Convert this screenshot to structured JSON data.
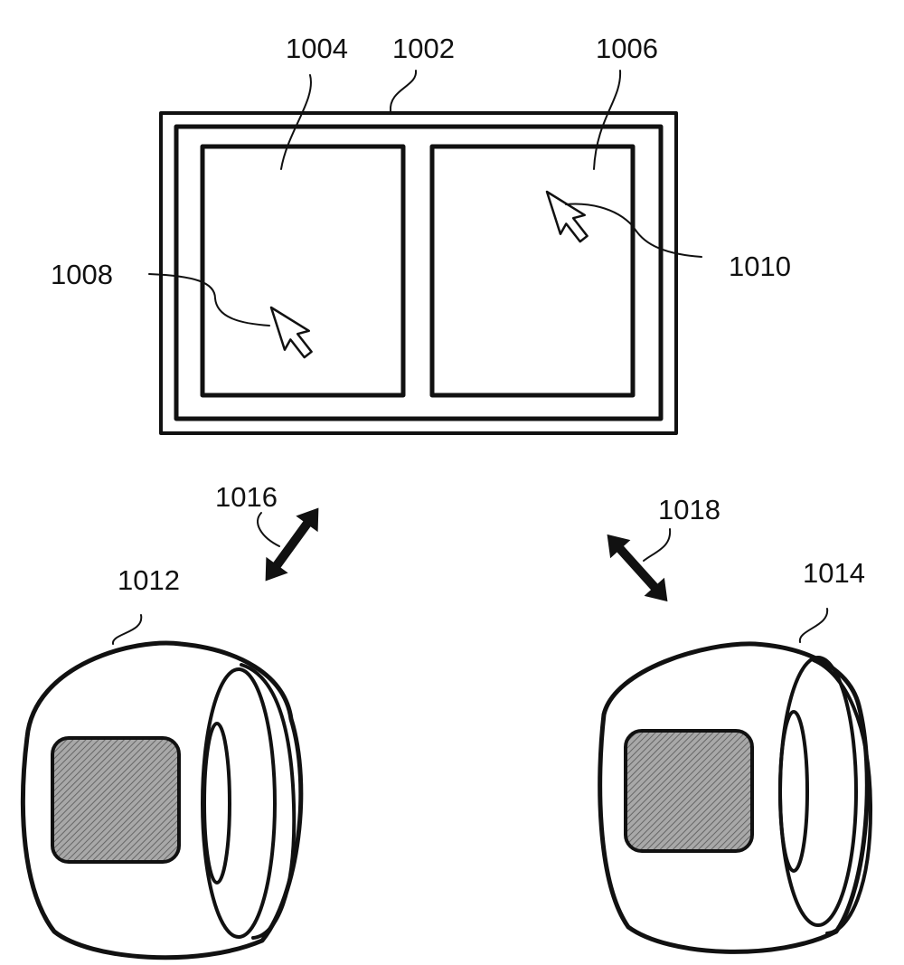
{
  "figure": {
    "labels": {
      "display": "1002",
      "left_window": "1004",
      "right_window": "1006",
      "left_cursor": "1008",
      "right_cursor": "1010",
      "left_ring": "1012",
      "right_ring": "1014",
      "left_link": "1016",
      "right_link": "1018"
    },
    "colors": {
      "ink": "#111111",
      "background": "#ffffff",
      "pad_fill": "#9a9a9a"
    },
    "icons": [
      "arrow-cursor-icon",
      "double-arrow-icon",
      "ring-device-icon"
    ]
  }
}
